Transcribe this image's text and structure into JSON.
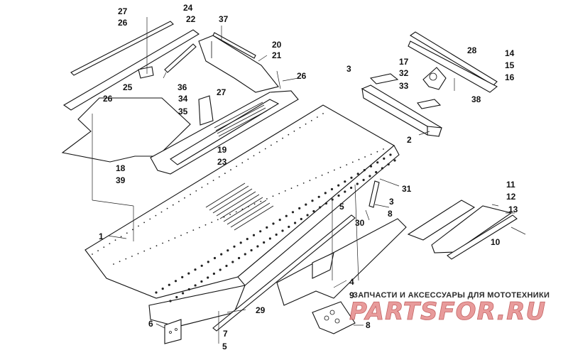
{
  "diagram": {
    "callouts": [
      {
        "id": "c27a",
        "text": "27"
      },
      {
        "id": "c26a",
        "text": "26"
      },
      {
        "id": "c24",
        "text": "24"
      },
      {
        "id": "c22",
        "text": "22"
      },
      {
        "id": "c37",
        "text": "37"
      },
      {
        "id": "c20",
        "text": "20"
      },
      {
        "id": "c21",
        "text": "21"
      },
      {
        "id": "c26b",
        "text": "26"
      },
      {
        "id": "c25",
        "text": "25"
      },
      {
        "id": "c36",
        "text": "36"
      },
      {
        "id": "c26c",
        "text": "26"
      },
      {
        "id": "c27b",
        "text": "27"
      },
      {
        "id": "c34",
        "text": "34"
      },
      {
        "id": "c35",
        "text": "35"
      },
      {
        "id": "c19",
        "text": "19"
      },
      {
        "id": "c23",
        "text": "23"
      },
      {
        "id": "c18",
        "text": "18"
      },
      {
        "id": "c39",
        "text": "39"
      },
      {
        "id": "c3a",
        "text": "3"
      },
      {
        "id": "c32",
        "text": "32"
      },
      {
        "id": "c33",
        "text": "33"
      },
      {
        "id": "c17",
        "text": "17"
      },
      {
        "id": "c28",
        "text": "28"
      },
      {
        "id": "c14",
        "text": "14"
      },
      {
        "id": "c15",
        "text": "15"
      },
      {
        "id": "c16",
        "text": "16"
      },
      {
        "id": "c38",
        "text": "38"
      },
      {
        "id": "c2",
        "text": "2"
      },
      {
        "id": "c31",
        "text": "31"
      },
      {
        "id": "c3b",
        "text": "3"
      },
      {
        "id": "c8a",
        "text": "8"
      },
      {
        "id": "c5a",
        "text": "5"
      },
      {
        "id": "c30",
        "text": "30"
      },
      {
        "id": "c11",
        "text": "11"
      },
      {
        "id": "c12",
        "text": "12"
      },
      {
        "id": "c13",
        "text": "13"
      },
      {
        "id": "c10",
        "text": "10"
      },
      {
        "id": "c1",
        "text": "1"
      },
      {
        "id": "c4",
        "text": "4"
      },
      {
        "id": "c9",
        "text": "9"
      },
      {
        "id": "c8b",
        "text": "8"
      },
      {
        "id": "c29",
        "text": "29"
      },
      {
        "id": "c6",
        "text": "6"
      },
      {
        "id": "c7",
        "text": "7"
      },
      {
        "id": "c5b",
        "text": "5"
      }
    ]
  },
  "watermark": {
    "tagline": "ЗАПЧАСТИ И АКСЕССУАРЫ ДЛЯ МОТОТЕХНИКИ",
    "brand": "PARTSFOR.RU",
    "brand_color": "#e58a8a"
  }
}
